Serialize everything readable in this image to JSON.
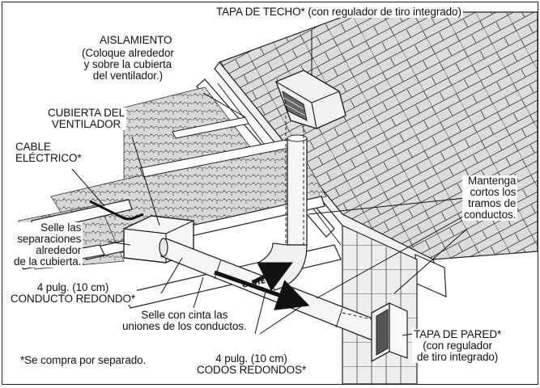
{
  "labels": {
    "roof_cap": "TAPA DE TECHO* (con regulador de tiro integrado)",
    "insulation": "AISLAMIENTO",
    "insulation_note": "(Coloque alrededor\ny sobre la cubierta\ndel ventilador.)",
    "fan_housing": "CUBIERTA DEL\nVENTILADOR",
    "electrical_cable": "CABLE\nELÉCTRICO*",
    "seal_gaps": "Selle las\nseparaciones\nalrededor\nde la cubierta.",
    "round_duct": "4 pulg. (10 cm)\nCONDUCTO REDONDO*",
    "tape_joints": "Selle con cinta las\nuniones de los conductos.",
    "keep_short": "Mantenga\ncortos los\ntramos de\nconductos.",
    "round_elbows": "4 pulg. (10 cm)\nCODOS REDONDOS*",
    "wall_cap": "TAPA DE PARED*\n(con regulador\nde tiro integrado)",
    "footnote": "*Se compra por separado.",
    "or_marker": "O BIEN"
  },
  "colors": {
    "line": "#111111",
    "roof_shingle": "#d9d9d9",
    "roof_shade": "#bdbdbd",
    "insulation": "#cfcfcf",
    "duct": "#f4f4f4",
    "arrow": "#111111"
  }
}
